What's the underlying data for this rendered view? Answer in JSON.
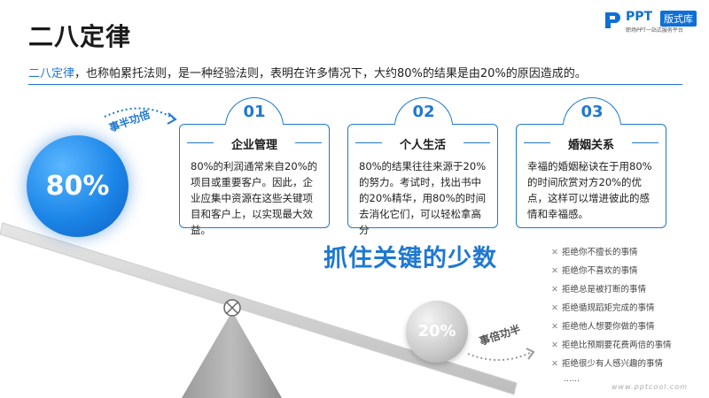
{
  "title": "二八定律",
  "logo": {
    "brand": "PPT",
    "badge": "版式库",
    "tagline": "职场PPT一站式服务平台"
  },
  "intro": {
    "highlight": "二八定律",
    "text": "，也称帕累托法则，是一种经验法则，表明在许多情况下，大约80%的结果是由20%的原因造成的。"
  },
  "cards": [
    {
      "num": "01",
      "heading": "企业管理",
      "body": "80%的利润通常来自20%的项目或重要客户。因此，企业应集中资源在这些关键项目和客户上，以实现最大效益。"
    },
    {
      "num": "02",
      "heading": "个人生活",
      "body": "80%的结果往往来源于20%的努力。考试时，找出书中的20%精华，用80%的时间去消化它们，可以轻松拿高分"
    },
    {
      "num": "03",
      "heading": "婚姻关系",
      "body": "幸福的婚姻秘诀在于用80%的时间欣赏对方20%的优点，这样可以增进彼此的感情和幸福感。"
    }
  ],
  "big_circle": {
    "value": "80%",
    "label": "事半功倍"
  },
  "small_circle": {
    "value": "20%",
    "label": "事倍功半"
  },
  "slogan": "抓住关键的少数",
  "reject_list": [
    "拒绝你不擅长的事情",
    "拒绝你不喜欢的事情",
    "拒绝总是被打断的事情",
    "拒绝循规蹈矩完成的事情",
    "拒绝他人想要你做的事情",
    "拒绝比预期要花费两倍的事情",
    "拒绝很少有人感兴趣的事情"
  ],
  "ellipsis": "……",
  "footer": "www.pptcool.com",
  "colors": {
    "accent": "#1f78d1",
    "gray": "#bdbdbd"
  }
}
